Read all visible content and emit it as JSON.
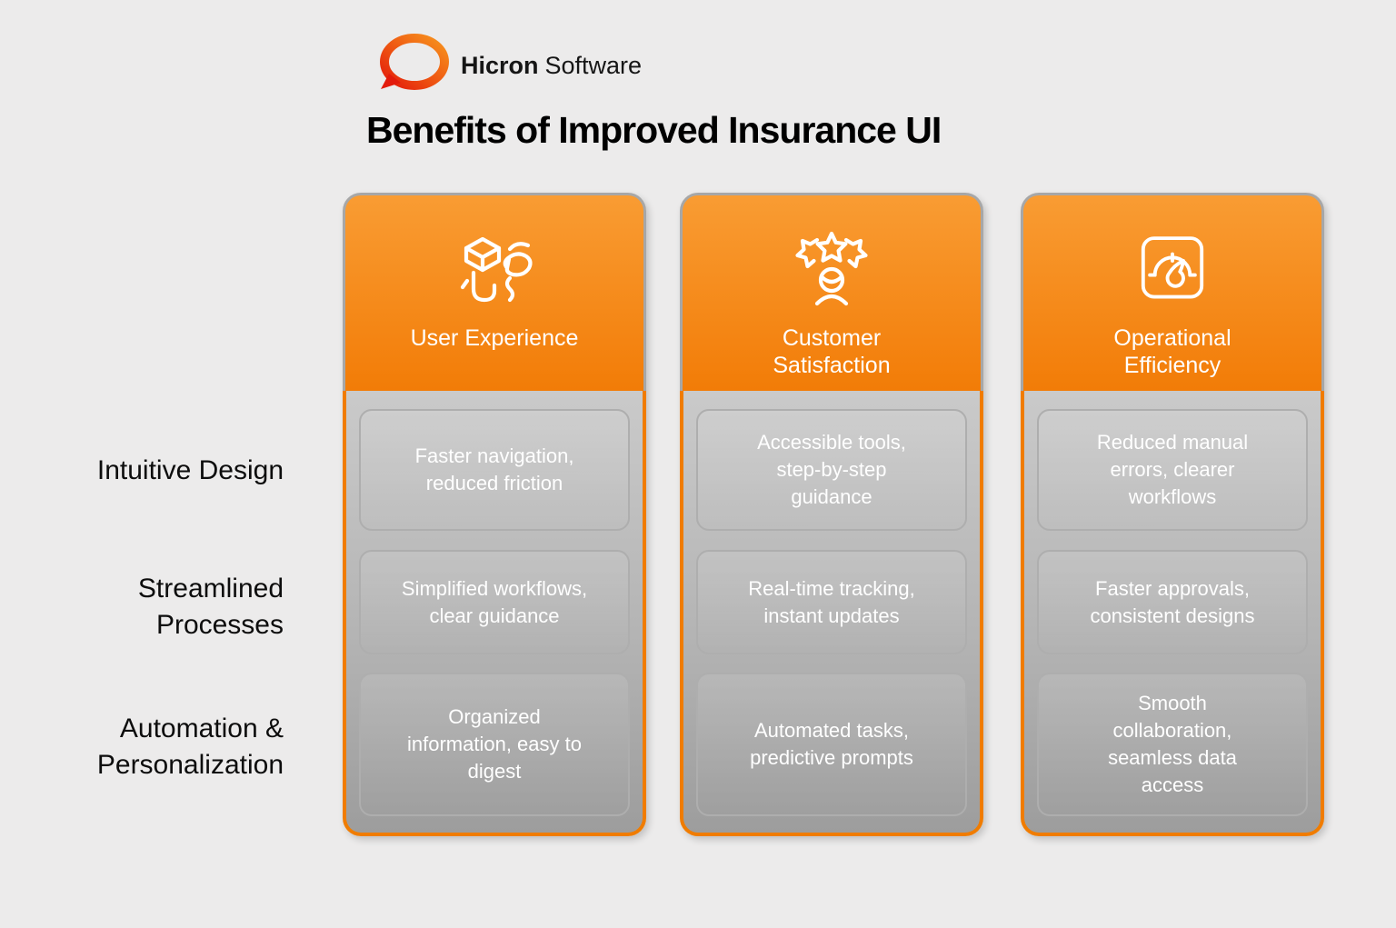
{
  "page": {
    "title": "Benefits of Improved Insurance UI"
  },
  "logo": {
    "brand_bold": "Hicron",
    "brand_regular": "Software"
  },
  "colors": {
    "page_background": "#ECEBEB",
    "header_orange_top": "#F99C33",
    "header_orange_bottom": "#F27C07",
    "body_border_orange": "#F07C00",
    "panel_gray_top": "#CACACA",
    "panel_gray_bottom": "#9D9D9D",
    "header_border_gray": "#A7A7A7",
    "logo_red": "#E31B0C",
    "logo_orange": "#F7941E"
  },
  "rows": [
    {
      "label": "Intuitive Design"
    },
    {
      "label": "Streamlined\nProcesses"
    },
    {
      "label": "Automation &\nPersonalization"
    }
  ],
  "columns": [
    {
      "header": {
        "label": "User Experience",
        "icon": "cube-hand-mouse-icon"
      },
      "cells": [
        "Faster navigation,\nreduced friction",
        "Simplified workflows,\nclear guidance",
        "Organized\ninformation, easy to\ndigest"
      ]
    },
    {
      "header": {
        "label": "Customer\nSatisfaction",
        "icon": "person-stars-icon"
      },
      "cells": [
        "Accessible tools,\nstep-by-step\nguidance",
        "Real-time tracking,\ninstant updates",
        "Automated tasks,\npredictive prompts"
      ]
    },
    {
      "header": {
        "label": "Operational\nEfficiency",
        "icon": "speedometer-icon"
      },
      "cells": [
        "Reduced manual\nerrors, clearer\nworkflows",
        "Faster approvals,\nconsistent designs",
        "Smooth\ncollaboration,\nseamless data\naccess"
      ]
    }
  ]
}
